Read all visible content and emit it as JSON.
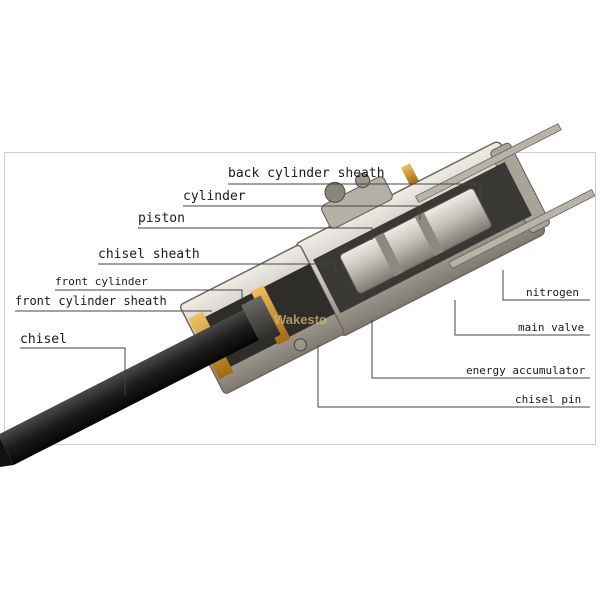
{
  "labels": {
    "back_cylinder_sheath": "back cylinder sheath",
    "cylinder": "cylinder",
    "piston": "piston",
    "chisel_sheath": "chisel sheath",
    "front_cylinder": "front cylinder",
    "front_cylinder_sheath": "front cylinder sheath",
    "chisel": "chisel",
    "nitrogen": "nitrogen",
    "main_valve": "main valve",
    "energy_accumulator": "energy accumulator",
    "chisel_pin": "chisel pin"
  },
  "watermark": "Wakesto",
  "colors": {
    "metal": "#c9c6bf",
    "metal_dark": "#8f8a80",
    "brass": "#c8902a",
    "chisel": "#1e1e1e",
    "leader": "#444444"
  }
}
